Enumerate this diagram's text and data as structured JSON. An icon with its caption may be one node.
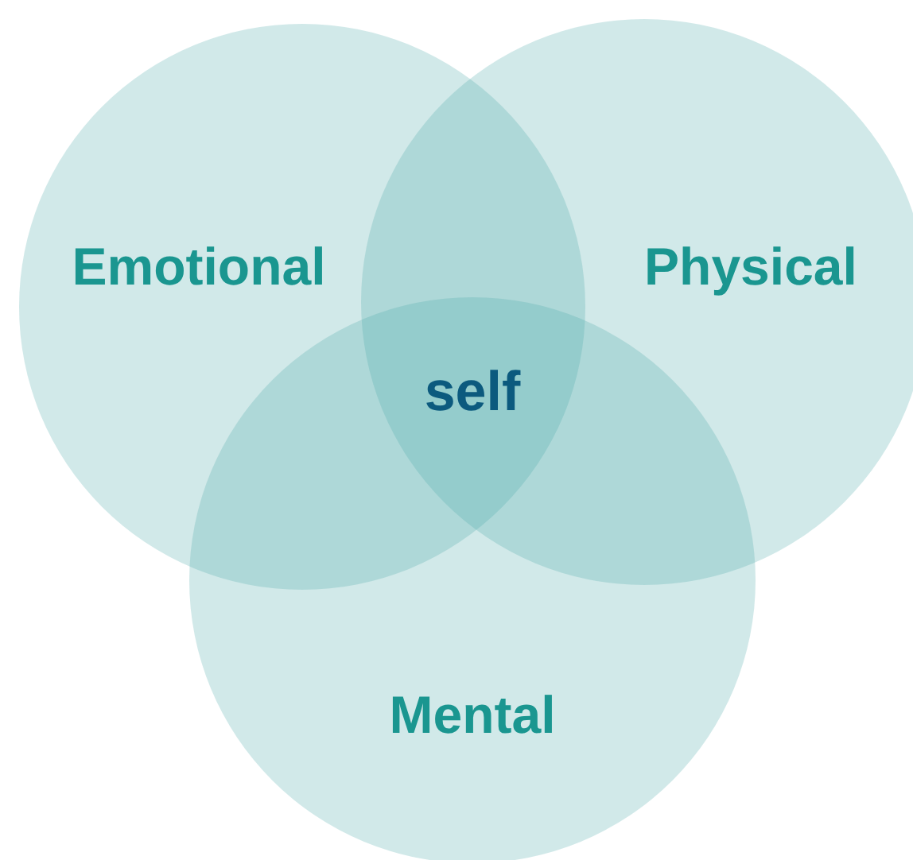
{
  "diagram": {
    "nodes": [
      {
        "text": [
          "Emotional"
        ]
      },
      {
        "text": [
          "Physical"
        ]
      },
      {
        "text": [
          "Mental"
        ]
      }
    ],
    "edges": [],
    "labels": [
      "self"
    ]
  }
}
